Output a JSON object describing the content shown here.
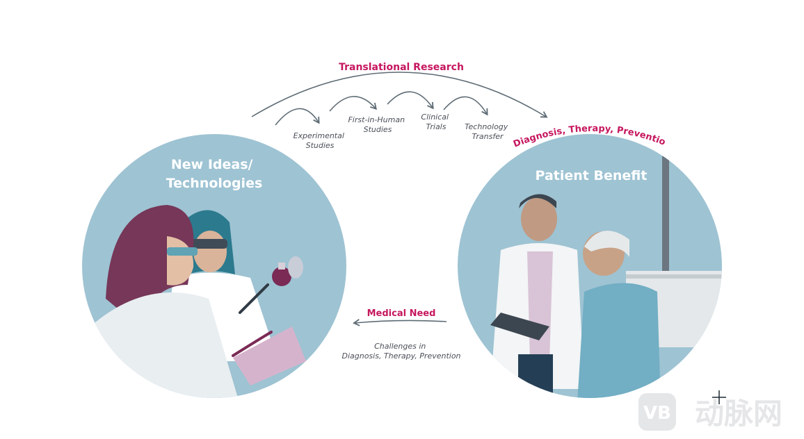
{
  "diagram": {
    "top_arc_label": "Translational Research",
    "steps": [
      {
        "line1": "Experimental",
        "line2": "Studies"
      },
      {
        "line1": "First-in-Human",
        "line2": "Studies"
      },
      {
        "line1": "Clinical",
        "line2": "Trials"
      },
      {
        "line1": "Technology",
        "line2": "Transfer"
      }
    ],
    "outcome_label": "Diagnosis, Therapy, Prevention",
    "left_circle": {
      "title_line1": "New Ideas/",
      "title_line2": "Technologies"
    },
    "right_circle": {
      "title": "Patient Benefit"
    },
    "bottom_arrow_label": "Medical Need",
    "bottom_caption": {
      "line1": "Challenges in",
      "line2": "Diagnosis, Therapy, Prevention"
    }
  },
  "watermark": {
    "badge": "VB",
    "text": "动脉网"
  },
  "colors": {
    "circle": "#9ec3d3",
    "accent": "#c6175f",
    "text": "#4a4f57",
    "arrow": "#5d6b74"
  }
}
